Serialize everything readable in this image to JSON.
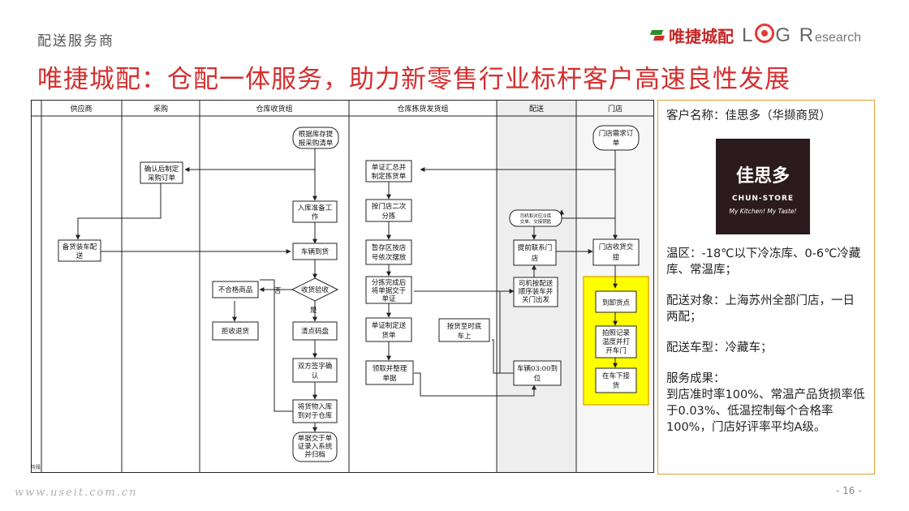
{
  "header": {
    "section_label": "配送服务商",
    "logo_cn": "唯捷城配",
    "logo_en_pre": "L",
    "logo_en_mid": "G",
    "logo_en_r": "R",
    "logo_en_suffix": "esearch",
    "title": "唯捷城配：仓配一体服务，助力新零售行业标杆客户高速良性发展"
  },
  "swimlanes": [
    "供应商",
    "采购",
    "仓库收货组",
    "仓库拣货发货组",
    "配送",
    "门店"
  ],
  "side_label": "阶段",
  "nodes": {
    "n1": "根据库存提",
    "n1b": "报采购清单",
    "n2": "确认后制定",
    "n2b": "采购订单",
    "n3": "备货装车配",
    "n3b": "送",
    "n4": "入库准备工",
    "n4b": "作",
    "n5": "车辆到货",
    "n6": "收货验收",
    "n7": "不合格商品",
    "n8": "拒收退货",
    "n9": "清点码盘",
    "n10": "双方签字确",
    "n10b": "认",
    "n11": "将货物入库",
    "n11b": "到对于仓库",
    "n12": "单据交于单",
    "n12b": "证录入系统",
    "n12c": "并归档",
    "n13": "单证汇总并",
    "n13b": "制定拣货单",
    "n14": "按门店二次",
    "n14b": "分拣",
    "n15": "暂存区按店",
    "n15b": "号依次摆放",
    "n16": "分拣完成后",
    "n16b": "将单据交于",
    "n16c": "单证",
    "n17": "单证制定送",
    "n17b": "货单",
    "n18": "领取并整理",
    "n18b": "单据",
    "n19": "司机和对应冷库",
    "n19b": "交单、交接钥匙",
    "n20": "提前联系门",
    "n20b": "店",
    "n21": "司机按配送",
    "n21b": "顺序装车并",
    "n21c": "关门出发",
    "n22": "按货至时底",
    "n22b": "车上",
    "n23": "车辆03:00到",
    "n23b": "位",
    "n24": "门店需求订",
    "n24b": "单",
    "n25": "门店收货交",
    "n25b": "接",
    "n26": "到卸货点",
    "n27": "拍照记录",
    "n27b": "温度并打",
    "n27c": "开车门",
    "n28": "在车下接",
    "n28b": "货"
  },
  "edge_labels": {
    "no": "否",
    "yes": "是"
  },
  "info": {
    "client": "客户名称：佳思多（华撷商贸）",
    "brand_logo_text": "佳思多",
    "brand_sub": "CHUN-STORE",
    "brand_tagline": "My Kitchen! My Taste!",
    "temp": "温区：-18℃以下冷冻库、0-6℃冷藏库、常温库；",
    "target": "配送对象：上海苏州全部门店，一日两配；",
    "vehicle": "配送车型：冷藏车；",
    "results_title": "服务成果：",
    "results": "到店准时率100%、常温产品货损率低于0.03%、低温控制每个合格率100%，门店好评率平均A级。"
  },
  "footer": {
    "url": "www.useit.com.cn",
    "page": "- 16 -"
  },
  "colors": {
    "title": "#d32f2f",
    "highlight": "#ffff00",
    "highlight_border": "#e0b000",
    "shaded_lane": "#eeeeee",
    "info_border": "#e0a030"
  }
}
